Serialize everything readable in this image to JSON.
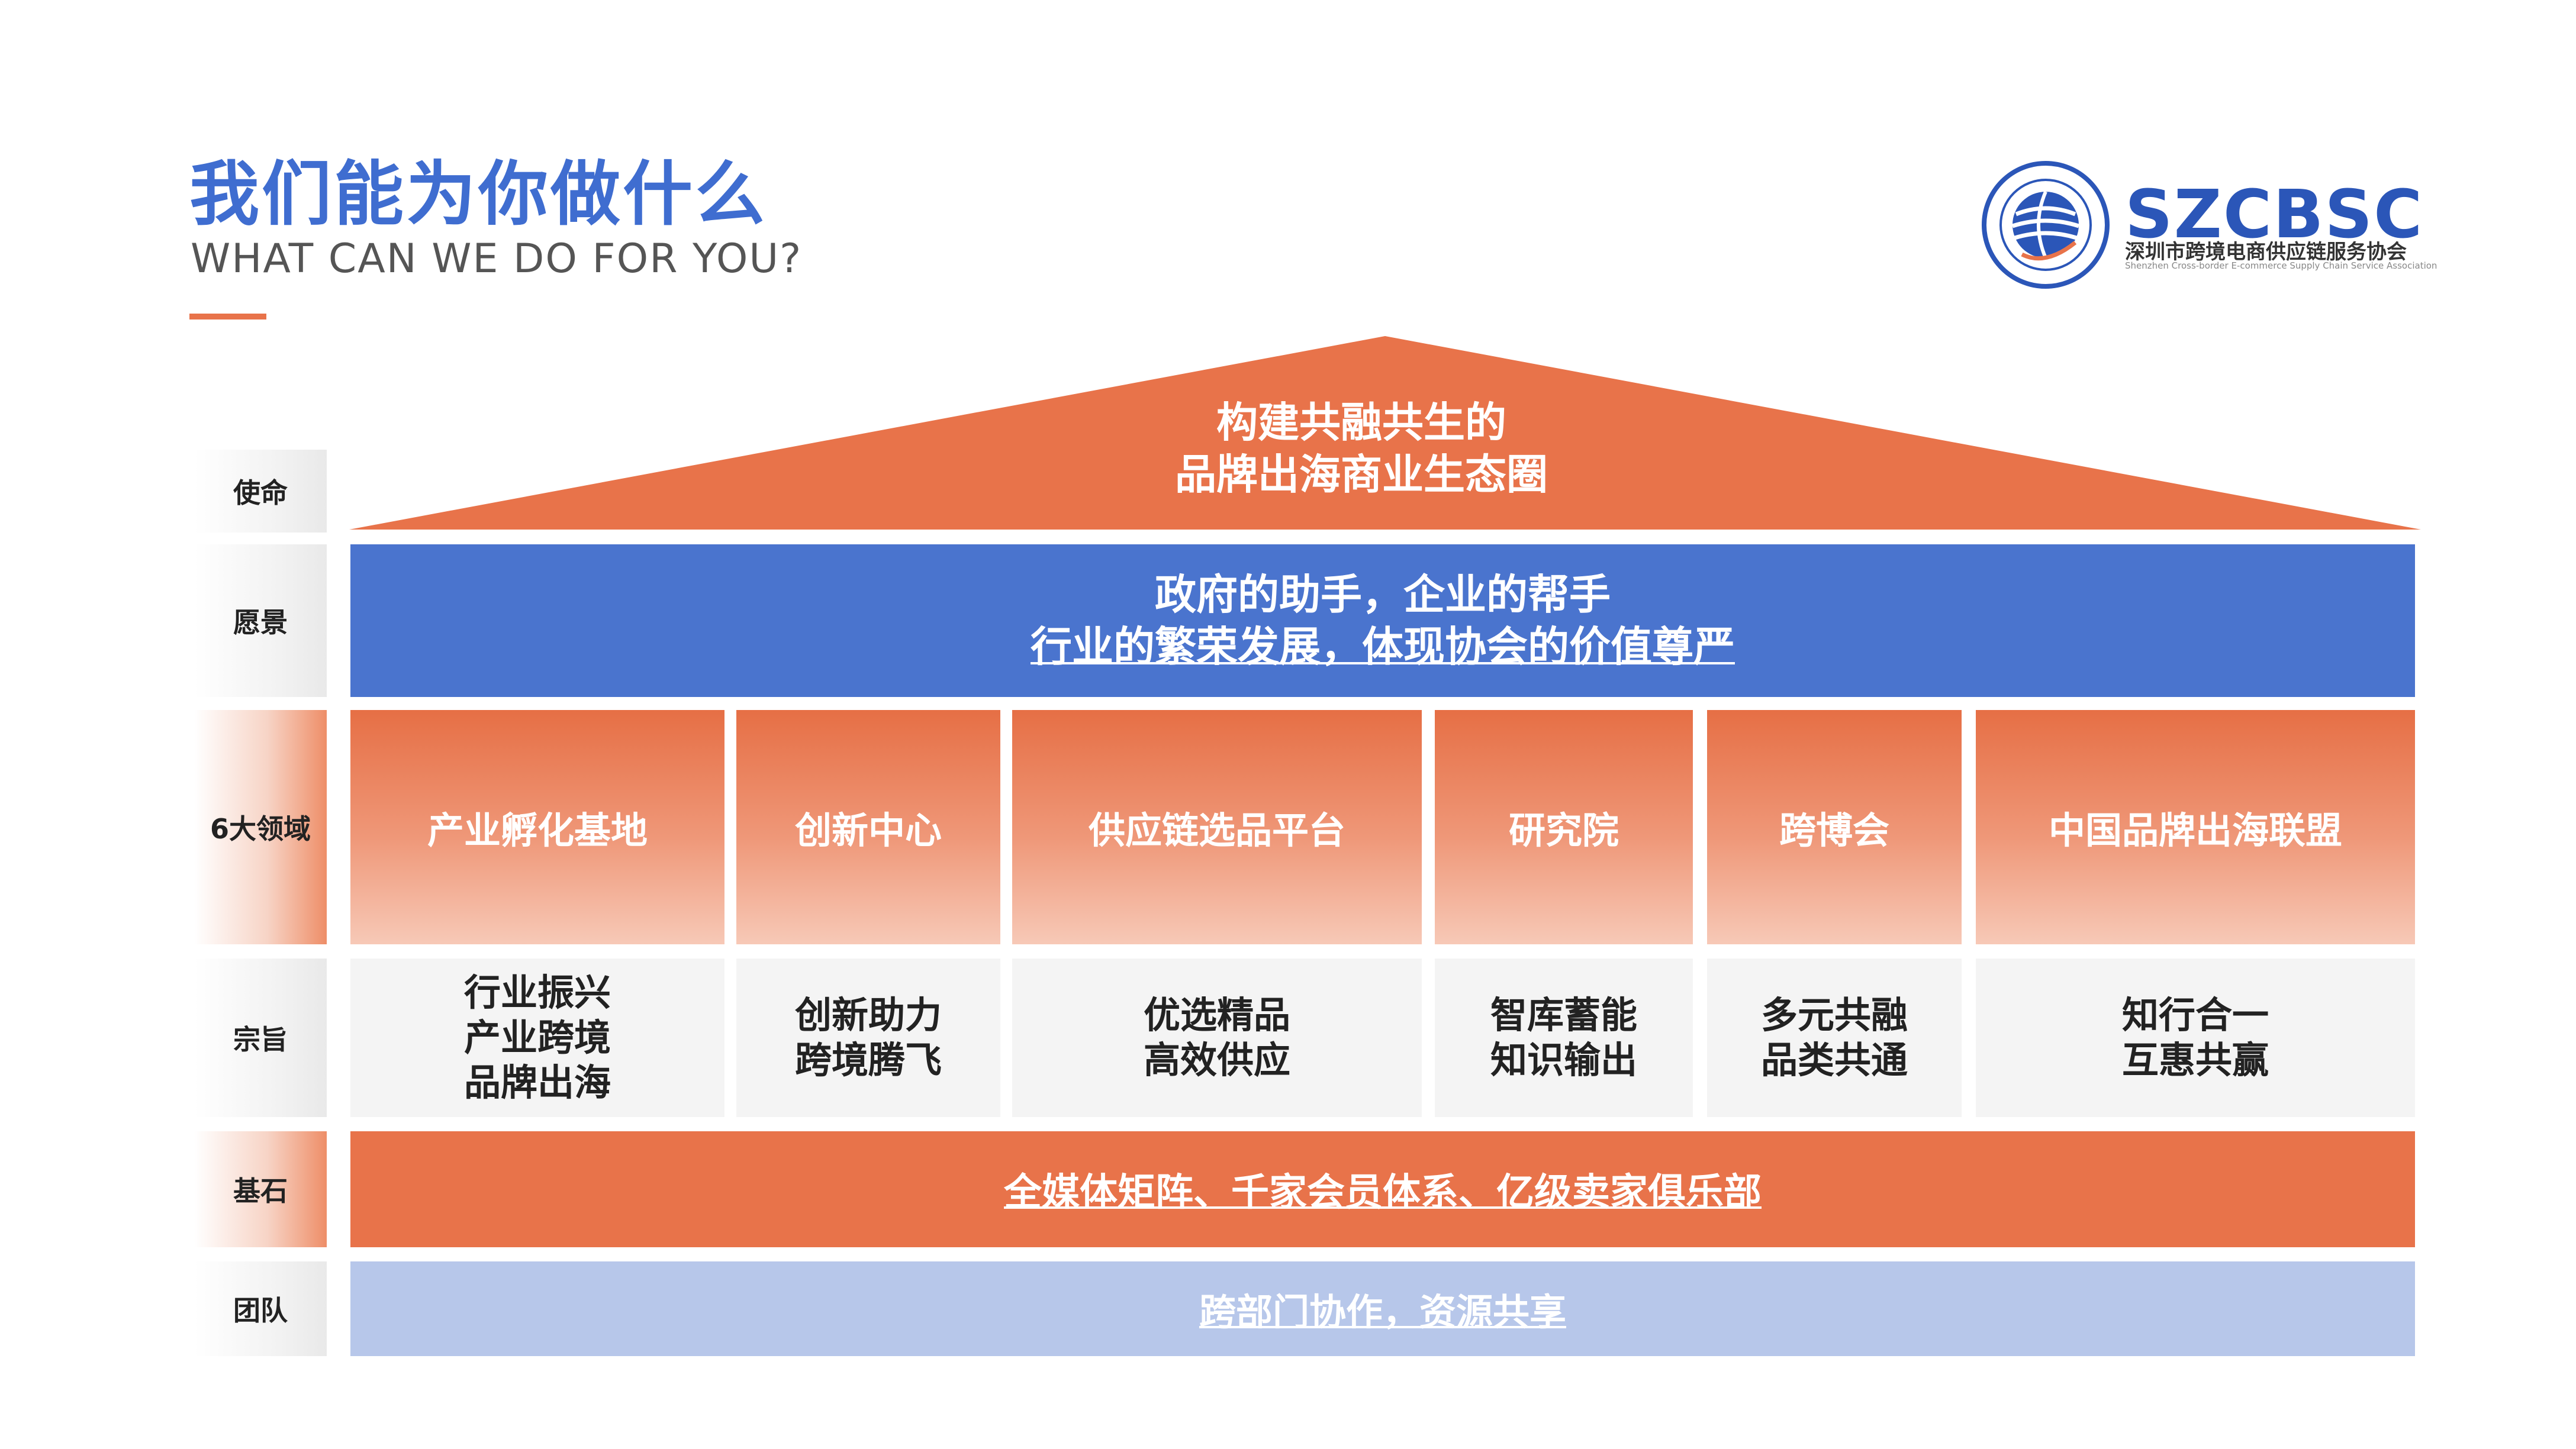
{
  "header": {
    "title": "我们能为你做什么",
    "subtitle": "WHAT CAN WE DO FOR YOU?"
  },
  "logo": {
    "text": "SZCBSC",
    "subtitle": "深圳市跨境电商供应链服务协会",
    "english": "Shenzhen Cross-border E-commerce Supply Chain Service Association"
  },
  "rows": {
    "mission": "使命",
    "vision": "愿景",
    "domains": "6大领域",
    "purpose": "宗旨",
    "foundation": "基石",
    "team": "团队"
  },
  "mission": {
    "line1": "构建共融共生的",
    "line2": "品牌出海商业生态圈"
  },
  "vision": {
    "line1": "政府的助手，企业的帮手",
    "line2": "行业的繁荣发展，体现协会的价值尊严"
  },
  "domains": [
    "产业孵化基地",
    "创新中心",
    "供应链选品平台",
    "研究院",
    "跨博会",
    "中国品牌出海联盟"
  ],
  "purposes": [
    "行业振兴\n产业跨境\n品牌出海",
    "创新助力\n跨境腾飞",
    "优选精品\n高效供应",
    "智库蓄能\n知识输出",
    "多元共融\n品类共通",
    "知行合一\n互惠共赢"
  ],
  "foundation": "全媒体矩阵、千家会员体系、亿级卖家俱乐部",
  "team": "跨部门协作，资源共享",
  "colors": {
    "title_blue": "#3f6dd0",
    "accent_orange": "#e8734a",
    "vision_blue": "#4a74ce",
    "team_blue": "#b7c7ea"
  }
}
